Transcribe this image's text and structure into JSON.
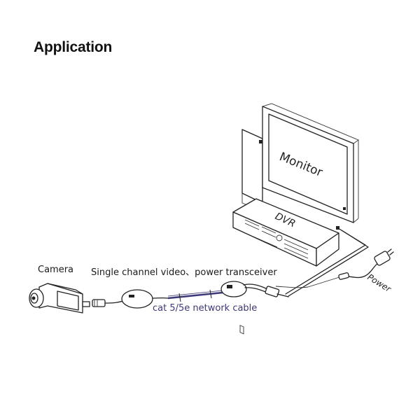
{
  "heading": "Application",
  "labels": {
    "monitor": "Monitor",
    "dvr": "DVR",
    "camera": "Camera",
    "transceiver": "Single channel video、power transceiver",
    "cable": "cat 5/5e network cable",
    "power": "Power"
  },
  "colors": {
    "cable_color": "#3d3a7a",
    "line_color": "#222222"
  }
}
